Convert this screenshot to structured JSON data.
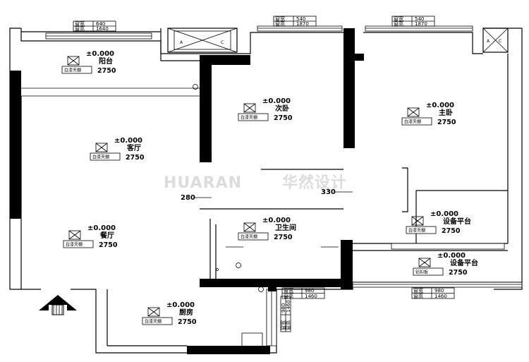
{
  "watermark": {
    "latin": "HUARAN",
    "cn": "华然设计"
  },
  "rooms": {
    "balcony": {
      "level": "±0.000",
      "name": "阳台",
      "tag": "白漆天棚",
      "height": "2750"
    },
    "living": {
      "level": "±0.000",
      "name": "客厅",
      "tag": "白漆天棚",
      "height": "2750"
    },
    "dining": {
      "level": "±0.000",
      "name": "餐厅",
      "tag": "白漆天棚",
      "height": "2750"
    },
    "bedroom2": {
      "level": "±0.000",
      "name": "次卧",
      "tag": "白漆天棚",
      "height": "2750"
    },
    "master": {
      "level": "±0.000",
      "name": "主卧",
      "tag": "白漆天棚",
      "height": "2750"
    },
    "bath": {
      "level": "±0.000",
      "name": "卫生间",
      "tag": "白漆天棚",
      "height": "2750"
    },
    "kitchen": {
      "level": "±0.000",
      "name": "厨房",
      "tag": "白漆天棚",
      "height": "2750"
    },
    "equip_platform1": {
      "level": "±0.000",
      "name": "设备平台",
      "tag": "白漆天棚",
      "height": "2750"
    },
    "equip_platform2": {
      "level": "±0.000",
      "name": "设备平台",
      "tag": "铝扣板",
      "height": "2750"
    }
  },
  "windows": [
    {
      "width_label": "窗宽",
      "width": "640",
      "height_label": "窗高",
      "height": "1640"
    },
    {
      "width_label": "窗宽",
      "width": "540",
      "height_label": "窗高",
      "height": "1870"
    },
    {
      "width_label": "窗宽",
      "width": "540",
      "height_label": "窗高",
      "height": "1870"
    },
    {
      "width_label": "窗宽",
      "width": "980",
      "height_label": "窗高",
      "height": "1460"
    },
    {
      "width_label": "窗宽",
      "width": "980",
      "height_label": "窗高",
      "height": "1460"
    }
  ],
  "kitchen_window": {
    "width_label": "窗宽",
    "width": "980",
    "height_label": "窗高",
    "height": "1460"
  },
  "dimensions": {
    "left_door": "280",
    "right_door": "330"
  },
  "ac_units": {
    "left": [
      "A",
      "C"
    ],
    "right": [
      "A",
      "C"
    ]
  }
}
